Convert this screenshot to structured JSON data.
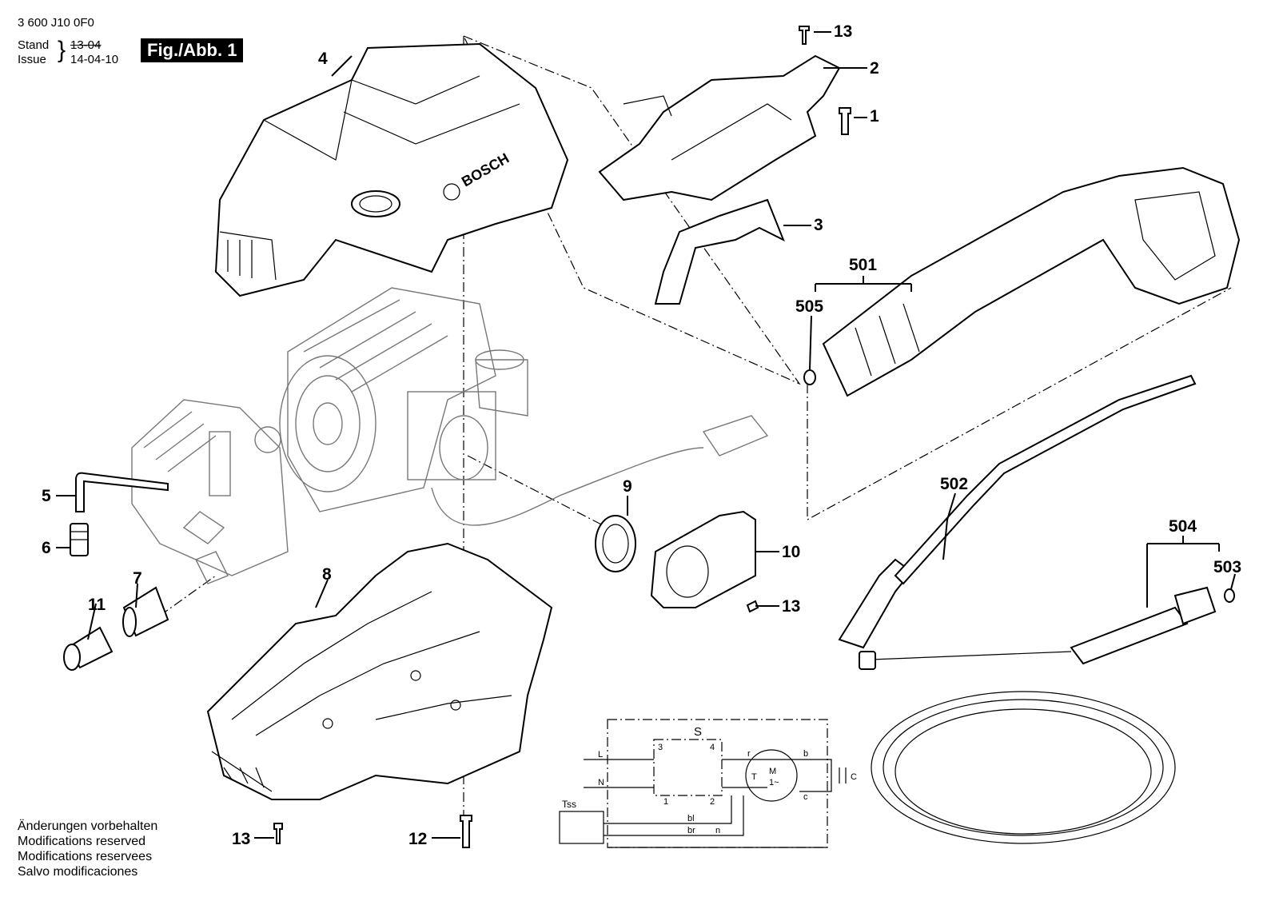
{
  "header": {
    "doc_number": "3 600 J10 0F0",
    "stand_label": "Stand",
    "issue_label": "Issue",
    "stand_value": "13-04",
    "issue_value": "14-04-10",
    "figure_label": "Fig./Abb. 1"
  },
  "notes": [
    "Änderungen vorbehalten",
    "Modifications reserved",
    "Modifications reservees",
    "Salvo modificaciones"
  ],
  "callouts": {
    "p1": "1",
    "p2": "2",
    "p3": "3",
    "p4": "4",
    "p5": "5",
    "p6": "6",
    "p7": "7",
    "p8": "8",
    "p9": "9",
    "p10": "10",
    "p11": "11",
    "p12": "12",
    "p13a": "13",
    "p13b": "13",
    "p13c": "13",
    "p501": "501",
    "p502": "502",
    "p503": "503",
    "p504": "504",
    "p505": "505"
  },
  "wiring": {
    "switch": "S",
    "sensor": "Tss",
    "cap": "C",
    "motor": "M",
    "motor_sub": "1~",
    "term_1": "1",
    "term_2": "2",
    "term_3": "3",
    "term_4": "4",
    "line_L": "L",
    "line_N": "N",
    "wire_b": "b",
    "wire_c": "c",
    "wire_r": "r",
    "wire_bl": "bl",
    "wire_br": "br",
    "wire_n": "n",
    "t_mark": "T"
  },
  "brand_mark": "BOSCH"
}
